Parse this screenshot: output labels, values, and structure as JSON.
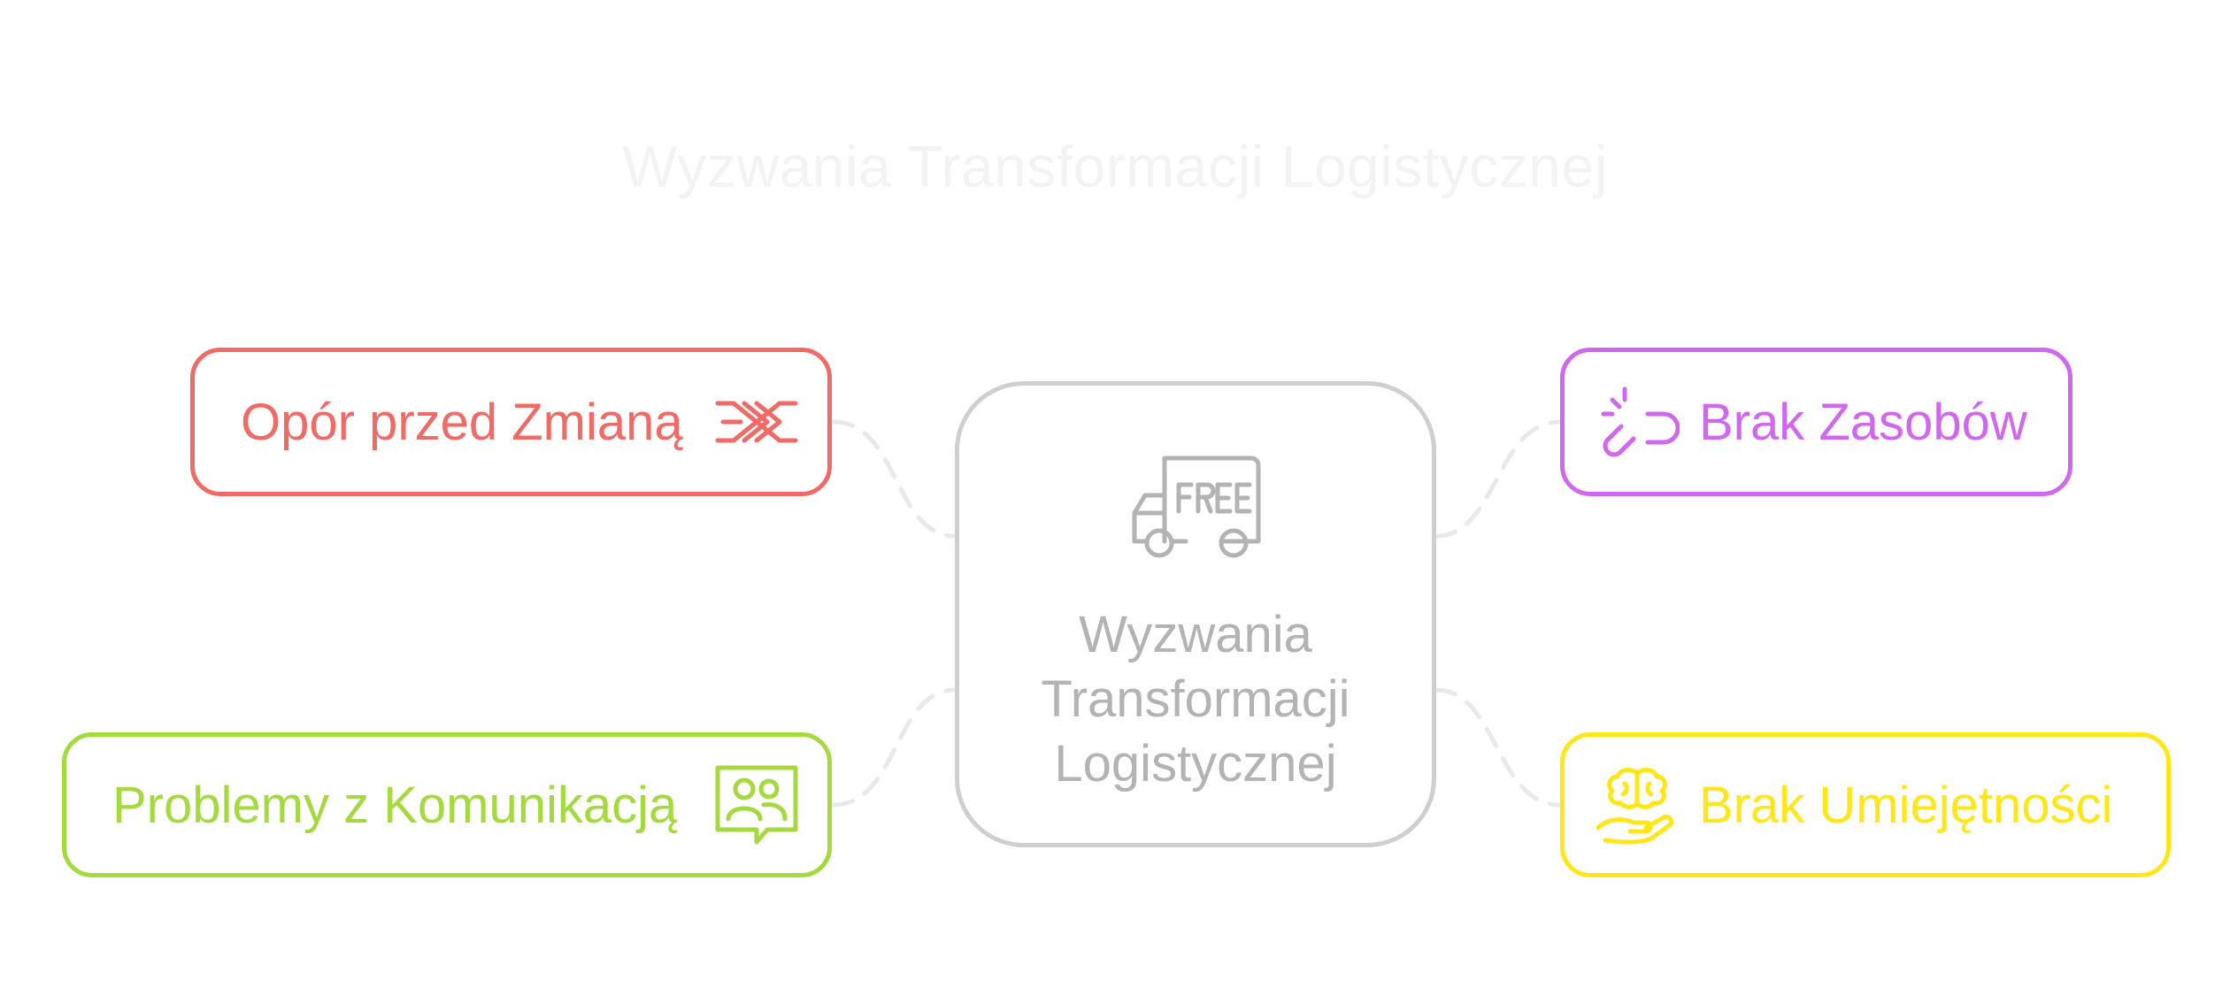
{
  "diagram": {
    "title": "Wyzwania Transformacji Logistycznej",
    "center": {
      "label": "Wyzwania Transformacji Logistycznej",
      "icon": "free-delivery-truck-icon",
      "color": "#b3b3b3",
      "border_color": "#cfcfcf"
    },
    "nodes": {
      "opor": {
        "label": "Opór przed Zmianą",
        "icon": "rope-knot-icon",
        "color": "#f06a66"
      },
      "komunikacja": {
        "label": "Problemy z Komunikacją",
        "icon": "chat-people-icon",
        "color": "#a4da3e"
      },
      "zasoby": {
        "label": "Brak Zasobów",
        "icon": "broken-link-icon",
        "color": "#cf68ee"
      },
      "umiejetnosci": {
        "label": "Brak Umiejętności",
        "icon": "brain-hand-icon",
        "color": "#ffe617"
      }
    },
    "connector_color": "#e9e9e9"
  }
}
